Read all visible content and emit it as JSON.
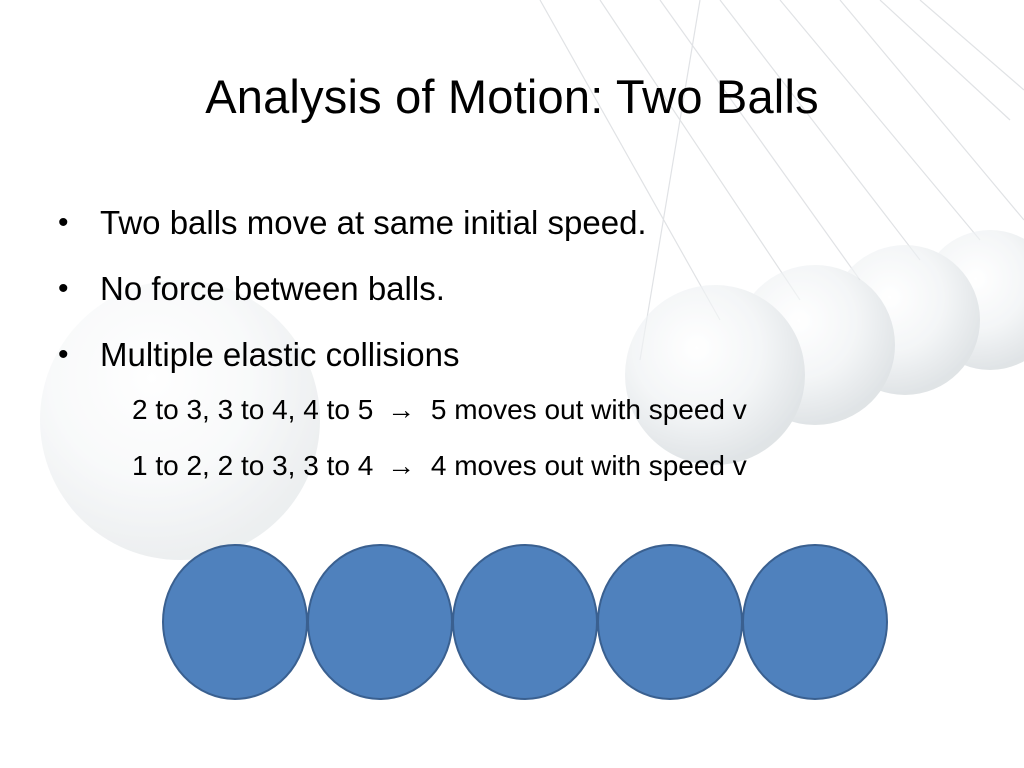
{
  "slide": {
    "title": "Analysis of Motion:  Two Balls",
    "bullets": [
      {
        "text": "Two balls move at same initial speed."
      },
      {
        "text": "No force between balls."
      },
      {
        "text": "Multiple elastic collisions"
      }
    ],
    "sublines": [
      {
        "before": "2 to 3, 3 to 4, 4 to 5",
        "arrow": "→",
        "after": "5 moves out with speed v"
      },
      {
        "before": "1 to 2, 2 to 3, 3 to 4",
        "arrow": "→",
        "after": "4 moves out with speed v"
      }
    ],
    "bullet_glyph": "•",
    "colors": {
      "ball_fill": "#4f81bd",
      "ball_stroke": "#3a6090",
      "text": "#000000"
    }
  }
}
